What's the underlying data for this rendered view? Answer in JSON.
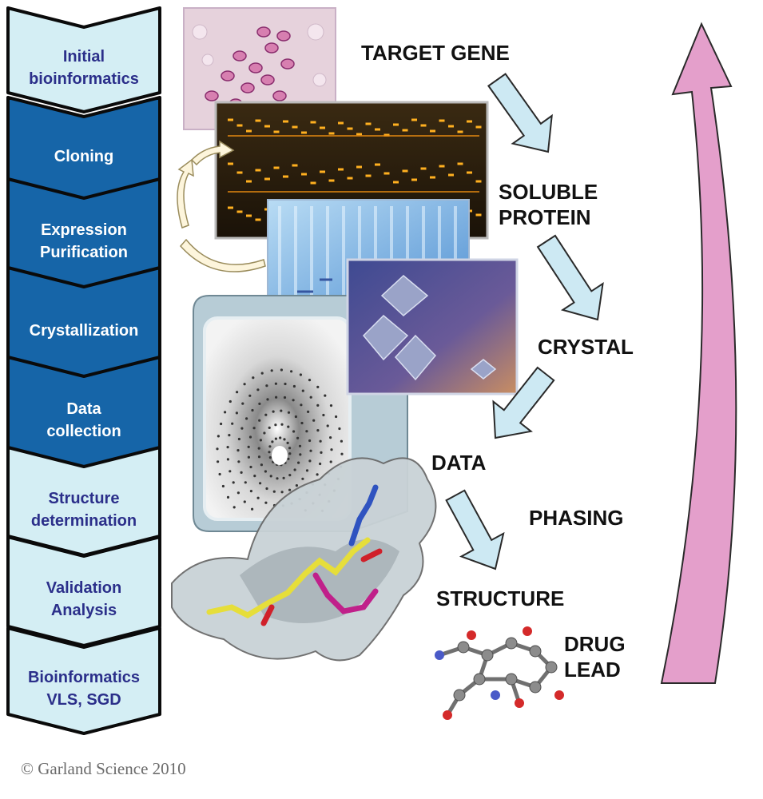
{
  "steps": [
    {
      "label": "Initial\nbioinformatics",
      "style": "light"
    },
    {
      "label": "Cloning",
      "style": "dark"
    },
    {
      "label": "Expression\nPurification",
      "style": "dark"
    },
    {
      "label": "Crystallization",
      "style": "dark"
    },
    {
      "label": "Data\ncollection",
      "style": "dark"
    },
    {
      "label": "Structure\ndetermination",
      "style": "light"
    },
    {
      "label": "Validation\nAnalysis",
      "style": "light"
    },
    {
      "label": "Bioinformatics\nVLS, SGD",
      "style": "light"
    }
  ],
  "stages": {
    "target_gene": "TARGET GENE",
    "soluble_protein": "SOLUBLE\nPROTEIN",
    "crystal": "CRYSTAL",
    "data": "DATA",
    "phasing": "PHASING",
    "structure": "STRUCTURE",
    "drug_lead": "DRUG\nLEAD"
  },
  "copyright": "© Garland Science 2010",
  "colors": {
    "chevron_light": "#d4eef4",
    "chevron_dark": "#1665a8",
    "chevron_border": "#0a0a0a",
    "flow_arrow": "#cde9f3",
    "cycle_arrow": "#e49fcb"
  }
}
